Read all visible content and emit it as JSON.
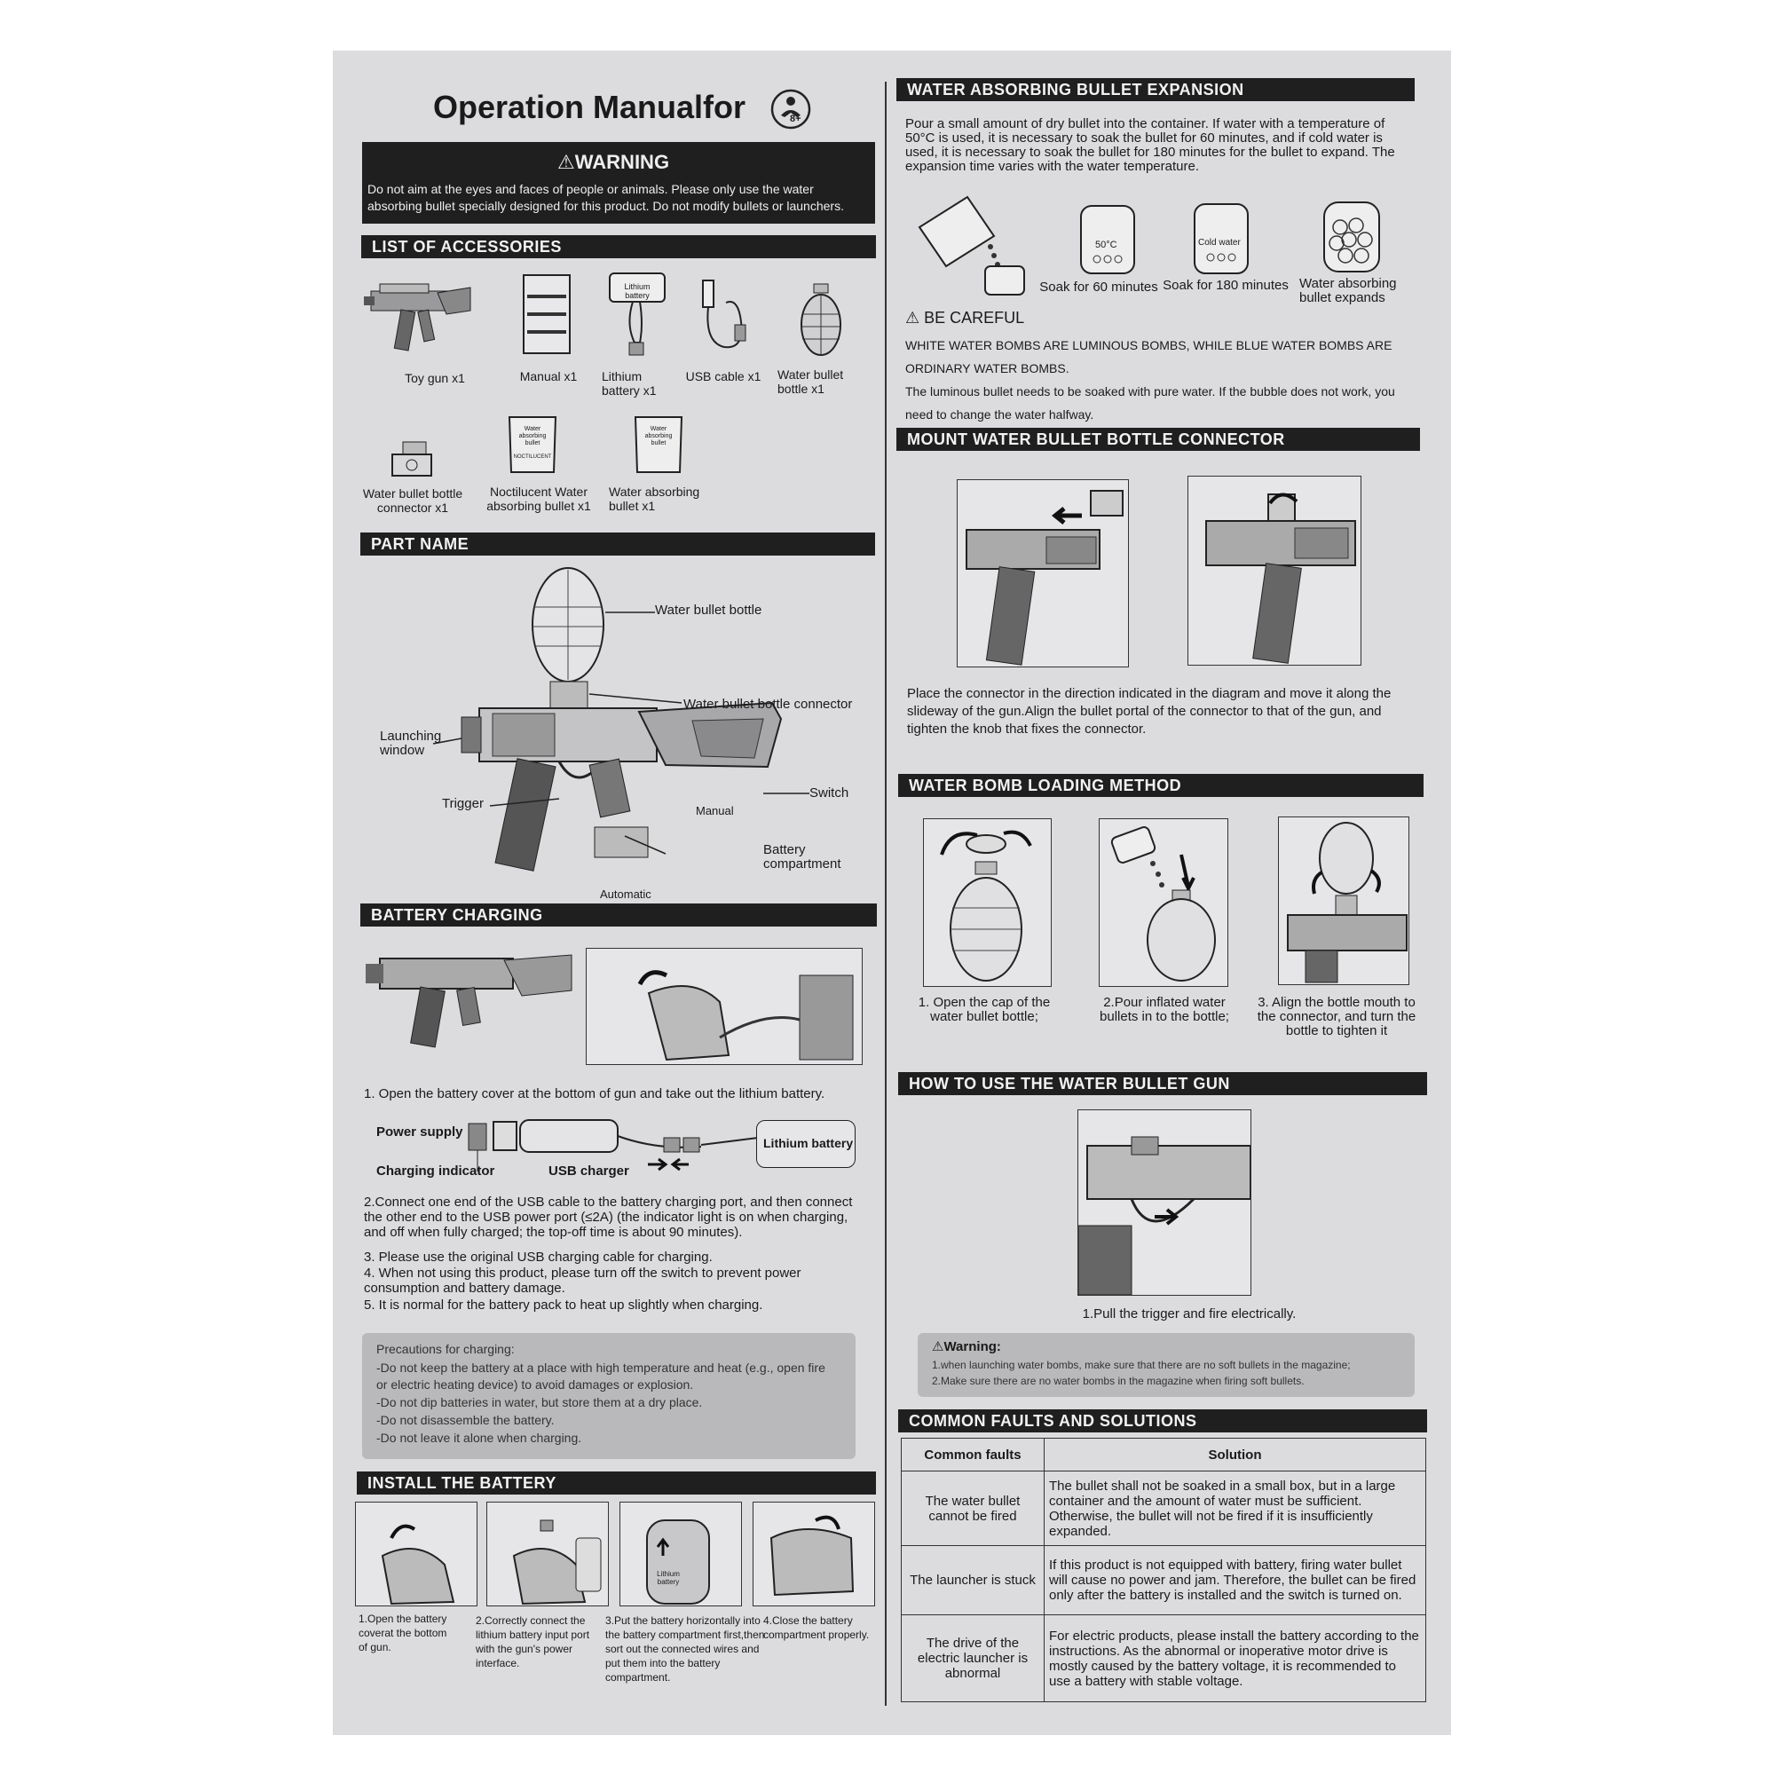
{
  "title": "Operation Manualfor",
  "age_badge": "8+",
  "warning": {
    "heading": "WARNING",
    "text": "Do not aim at the eyes and faces of people or animals. Please only use the water absorbing bullet specially designed for this product. Do not modify bullets or launchers."
  },
  "accessories": {
    "heading": "LIST OF ACCESSORIES",
    "items": [
      "Toy gun x1",
      "Manual x1",
      "Lithium battery x1",
      "USB cable x1",
      "Water bullet bottle x1",
      "Water bullet bottle connector x1",
      "Noctilucent Water absorbing bullet x1",
      "Water absorbing bullet x1"
    ],
    "battery_tag": "Lithium battery",
    "pack_text": "Water absorbing bullet",
    "pack_sub": "NOCTILUCENT"
  },
  "part_name": {
    "heading": "PART NAME",
    "labels": {
      "bottle": "Water bullet bottle",
      "connector": "Water bullet bottle connector",
      "window": "Launching window",
      "trigger": "Trigger",
      "switch": "Switch",
      "manual": "Manual",
      "battery": "Battery compartment",
      "automatic": "Automatic"
    }
  },
  "charging": {
    "heading": "BATTERY CHARGING",
    "step1": "1. Open the battery cover at the bottom of gun and take out the lithium battery.",
    "power_supply": "Power supply",
    "indicator": "Charging indicator",
    "usb_charger": "USB charger",
    "battery": "Lithium battery",
    "step2": "2.Connect one end of the USB cable to the battery charging port, and then connect the other end to the USB power port (≤2A) (the indicator light is on when charging, and off when fully charged; the top-off time is about 90 minutes).",
    "step3": "3. Please use the original USB charging cable for charging.",
    "step4": "4. When not using this product, please turn off the switch to prevent power consumption and battery damage.",
    "step5": "5. It is normal for the battery pack to heat up slightly when charging.",
    "precautions": [
      "Precautions for charging:",
      "-Do not keep the battery at a place with high temperature and heat (e.g., open fire or electric heating device) to avoid damages or explosion.",
      "-Do not dip batteries in water, but store them at a dry place.",
      "-Do not disassemble the battery.",
      "-Do not leave it alone when charging."
    ]
  },
  "install": {
    "heading": "INSTALL THE BATTERY",
    "steps": [
      "1.Open the battery coverat the bottom of gun.",
      "2.Correctly connect the lithium battery input port with the gun's power interface.",
      "3.Put the battery horizontally into the battery compartment first,then sort out the connected wires and put them into the battery compartment.",
      "4.Close the battery compartment properly."
    ],
    "battery_tag": "Lithium battery"
  },
  "expansion": {
    "heading": "WATER ABSORBING BULLET EXPANSION",
    "text": "Pour a small amount of dry bullet into the container. If water with a temperature of 50°C is used, it is necessary to soak the bullet for 60 minutes, and if cold water is used, it is necessary to soak the bullet for 180 minutes for the bullet to expand. The expansion time varies with the water temperature.",
    "cup1": "50°C",
    "cup2": "Cold water",
    "caps": [
      "Soak for 60 minutes",
      "Soak for 180 minutes",
      "Water absorbing bullet expands"
    ],
    "careful_heading": "BE CAREFUL",
    "careful1": "WHITE WATER BOMBS ARE LUMINOUS BOMBS, WHILE BLUE WATER BOMBS ARE ORDINARY WATER BOMBS.",
    "careful2": "The luminous bullet needs to be soaked with pure water. If the bubble does not work, you need to change the water halfway."
  },
  "mount": {
    "heading": "MOUNT WATER BULLET BOTTLE CONNECTOR",
    "text": "Place the connector in the direction indicated in the diagram and move it along the slideway of the gun.Align the bullet portal of the connector to that of the gun, and tighten the knob that fixes the connector."
  },
  "loading": {
    "heading": "WATER BOMB LOADING METHOD",
    "steps": [
      "1. Open the cap of the water bullet bottle;",
      "2.Pour inflated water bullets in to the bottle;",
      "3. Align the bottle mouth to the connector, and turn the bottle to tighten it"
    ]
  },
  "howto": {
    "heading": "HOW TO USE THE WATER BULLET GUN",
    "step1": "1.Pull the trigger and fire electrically.",
    "warning_heading": "Warning:",
    "warnings": [
      "1.when launching water bombs, make sure that there are no soft bullets in the magazine;",
      "2.Make sure there are no water bombs in the magazine when firing soft bullets."
    ]
  },
  "faults": {
    "heading": "COMMON FAULTS AND SOLUTIONS",
    "col_fault": "Common faults",
    "col_solution": "Solution",
    "rows": [
      {
        "fault": "The water bullet cannot be fired",
        "solution": "The bullet shall not be soaked in a small box, but in a large container and the amount of water must be sufficient. Otherwise, the bullet will not be fired if it is insufficiently expanded."
      },
      {
        "fault": "The launcher is stuck",
        "solution": "If this product is not equipped with battery, firing water bullet will cause no power and jam. Therefore, the bullet can be fired only after the battery is installed and the switch is turned on."
      },
      {
        "fault": "The drive of the electric launcher is abnormal",
        "solution": "For electric products, please install the battery according to the instructions. As the abnormal or inoperative motor drive is mostly caused by the battery voltage, it is recommended to use a battery with stable voltage."
      }
    ]
  }
}
